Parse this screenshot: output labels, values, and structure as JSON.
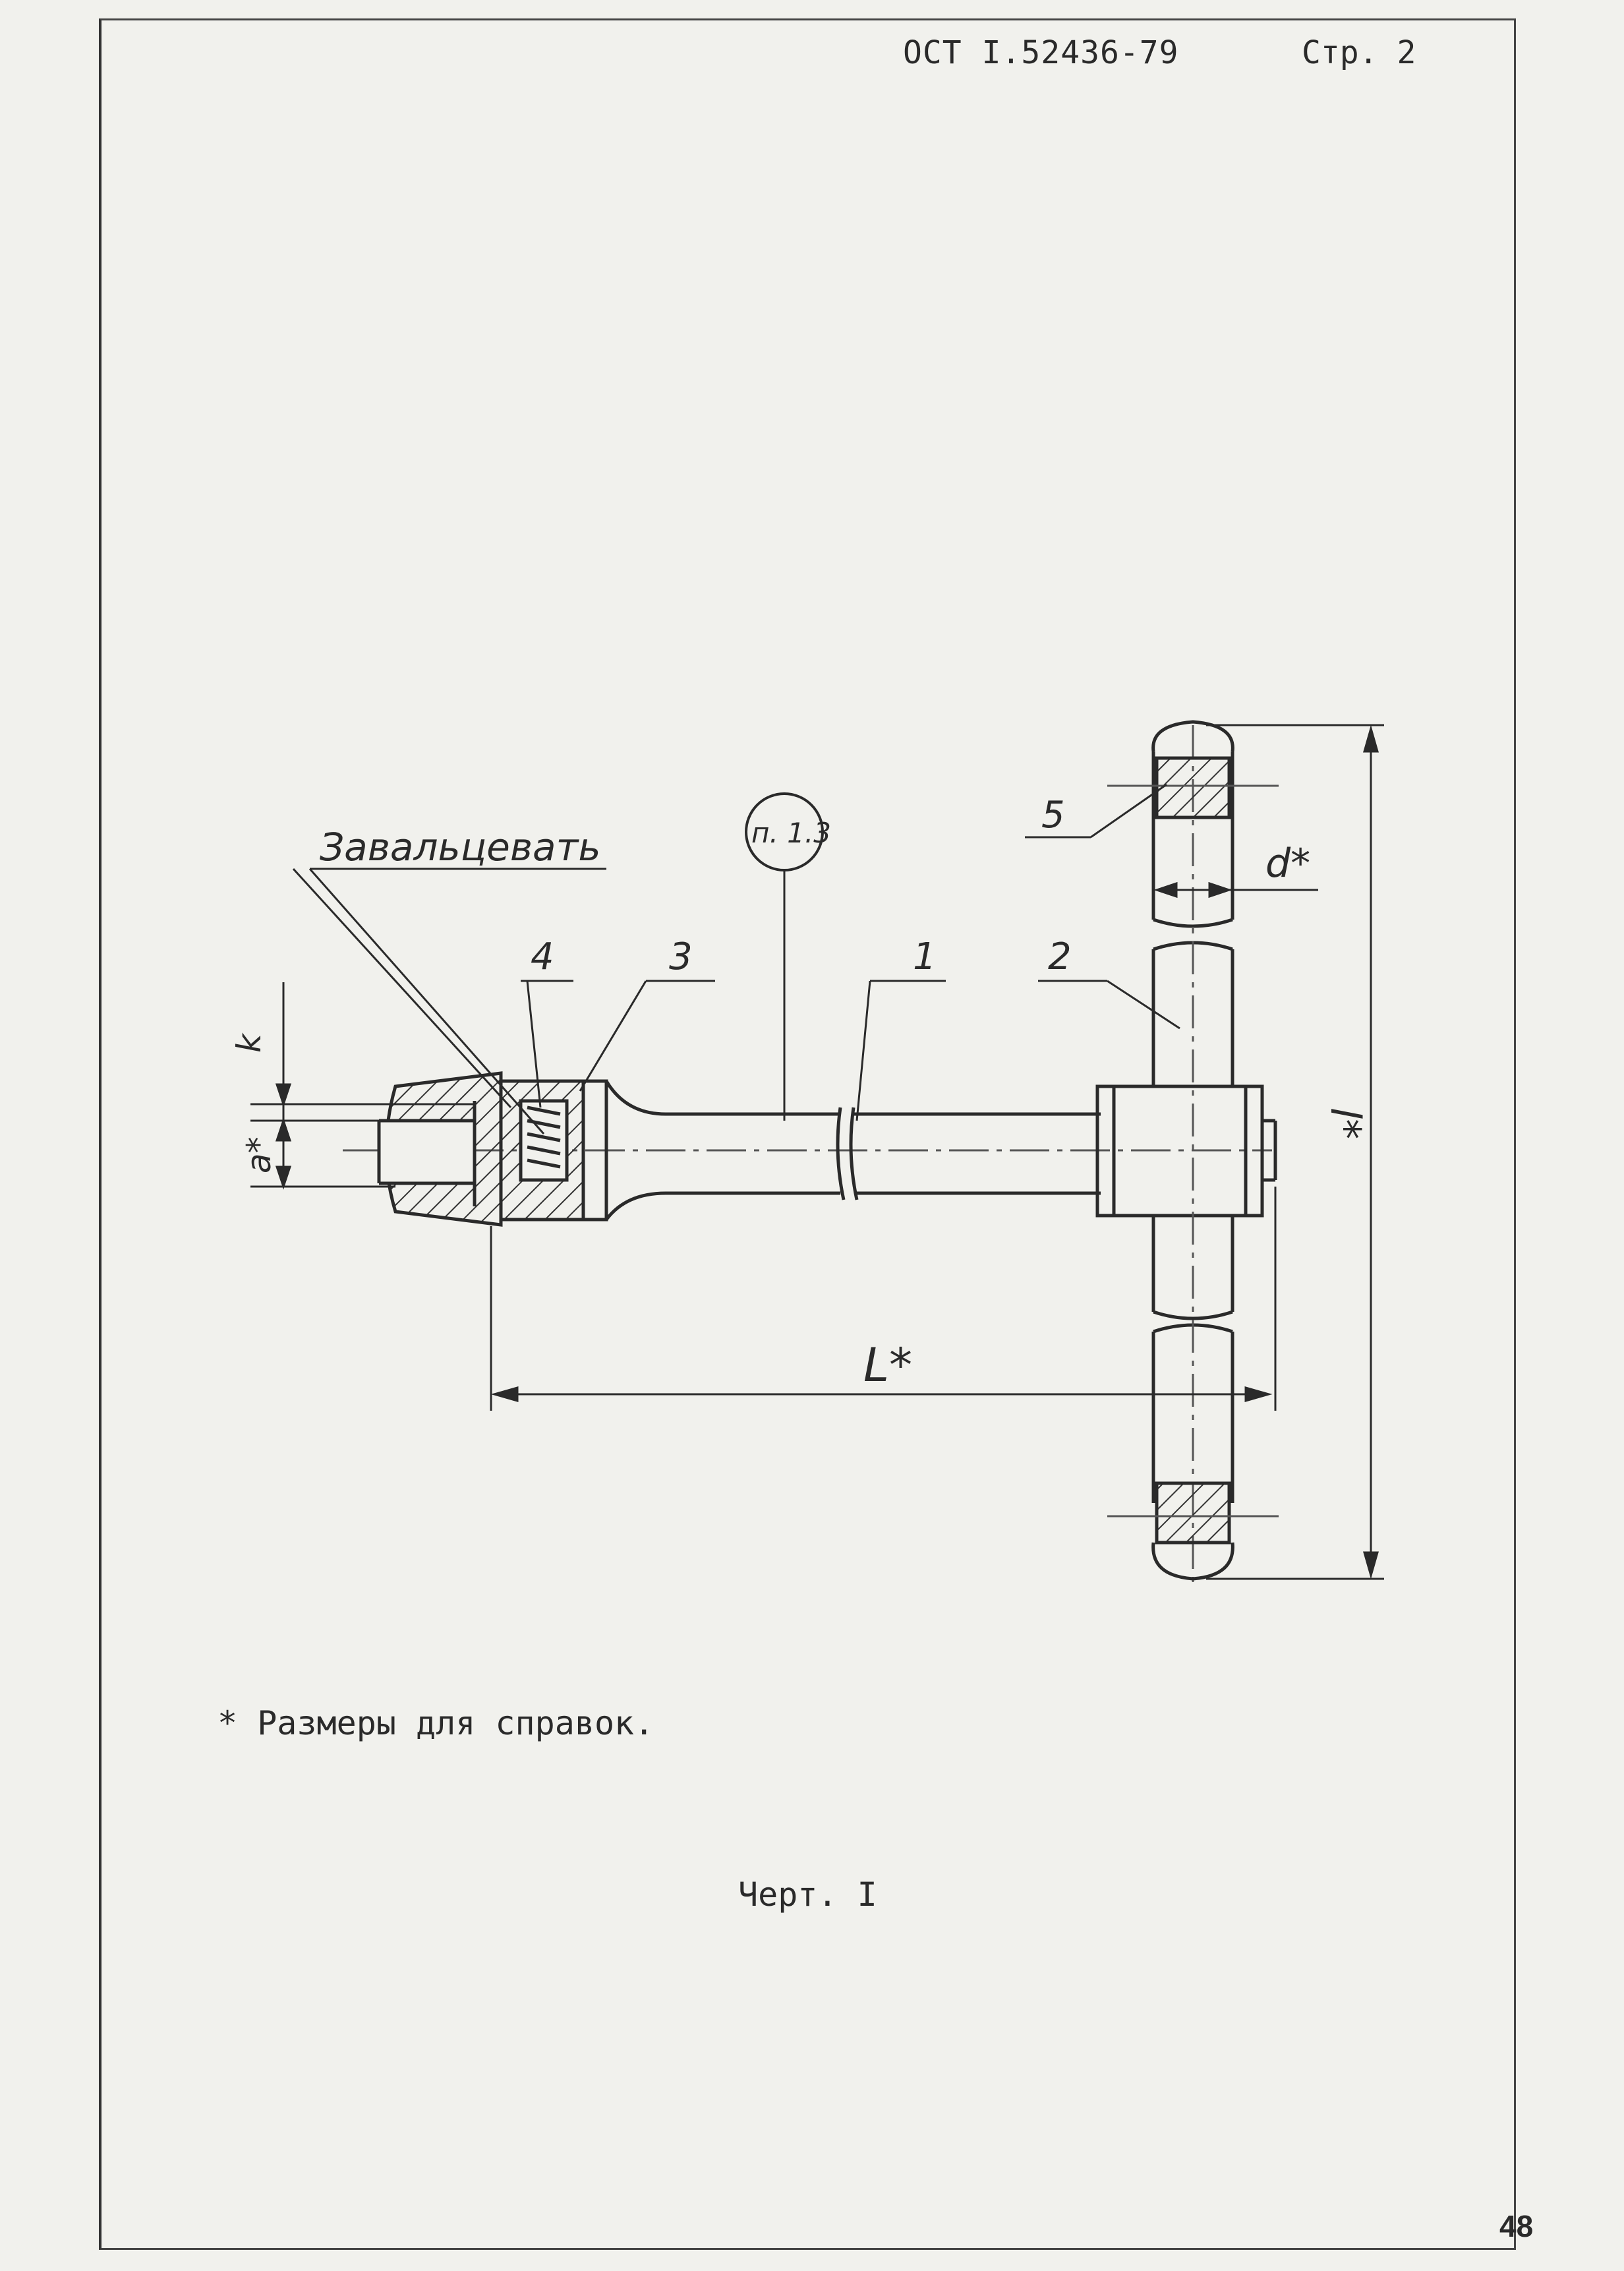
{
  "header": {
    "document_code": "ОСТ I.52436-79",
    "page_label": "Стр. 2"
  },
  "drawing": {
    "note_text": "Завальцевать",
    "ref_circle": "п. 1.3",
    "position_labels": [
      "1",
      "2",
      "3",
      "4",
      "5"
    ],
    "dimension_labels": {
      "k": "k",
      "a": "a*",
      "d": "d*",
      "L": "L*",
      "l": "l*"
    }
  },
  "footnote": "* Размеры для справок.",
  "caption": "Черт. I",
  "sheet_number": "48"
}
